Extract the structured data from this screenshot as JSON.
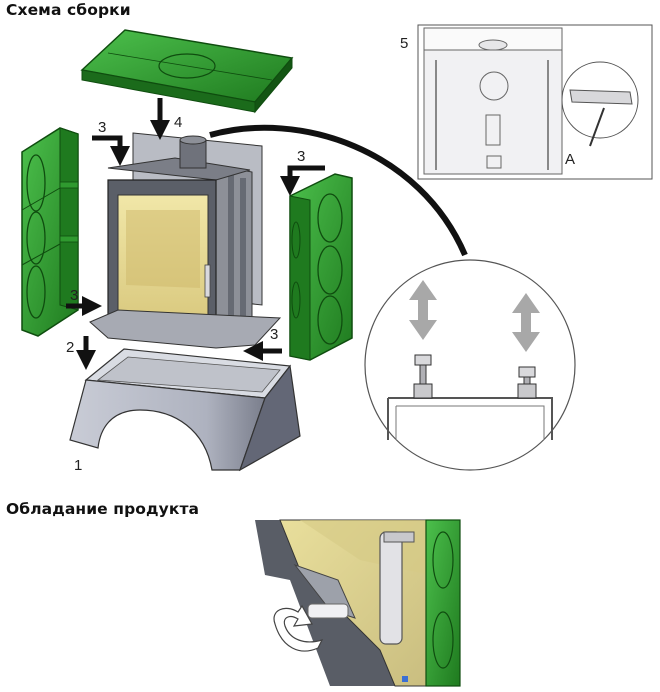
{
  "headings": {
    "assembly": "Схема сборки",
    "product": "Обладание продукта"
  },
  "labels": {
    "one": "1",
    "two": "2",
    "three": "3",
    "four": "4",
    "five": "5",
    "a": "A"
  },
  "colors": {
    "tile_green": "#2f9a2f",
    "tile_dark": "#145a14",
    "metal_grey": "#8a8a8f",
    "glass_yellow": "#e8dc9a",
    "arrow_black": "#111111",
    "adjust_arrow_grey": "#a8a8a8"
  }
}
